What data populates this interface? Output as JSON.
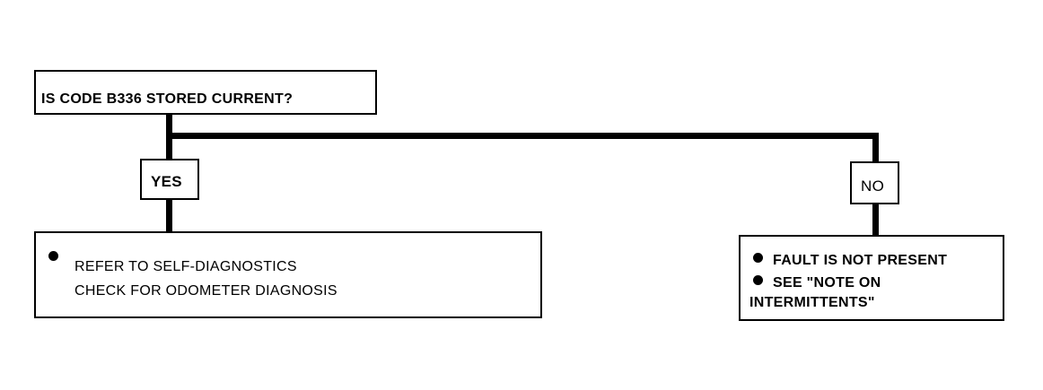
{
  "question": "IS CODE B336 STORED CURRENT?",
  "yes": {
    "label": "YES",
    "bullet_lines": [
      "REFER TO SELF-DIAGNOSTICS",
      "CHECK FOR ODOMETER DIAGNOSIS"
    ]
  },
  "no": {
    "label": "NO",
    "bullets": [
      [
        "FAULT IS NOT PRESENT"
      ],
      [
        "SEE \"NOTE ON",
        "INTERMITTENTS\""
      ]
    ]
  }
}
